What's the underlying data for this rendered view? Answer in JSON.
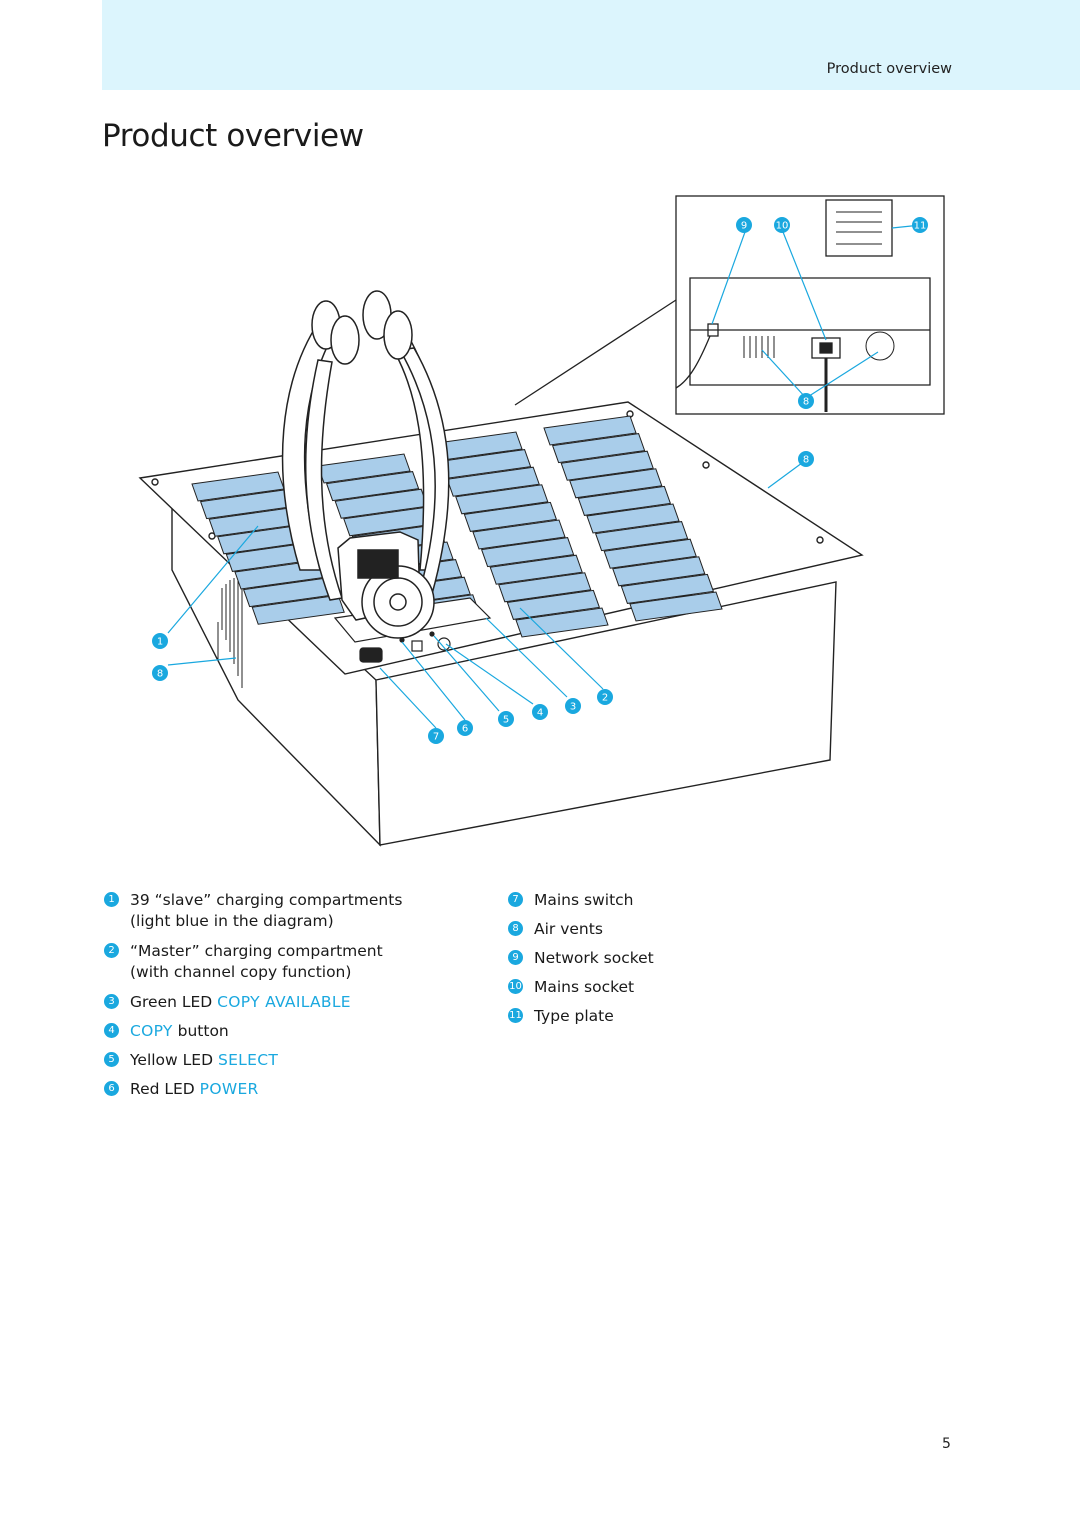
{
  "header": {
    "section_title": "Product overview"
  },
  "page": {
    "title": "Product overview",
    "number": "5"
  },
  "diagram": {
    "callouts": [
      "1",
      "8",
      "7",
      "6",
      "5",
      "4",
      "3",
      "2",
      "9",
      "10",
      "11",
      "8",
      "8"
    ]
  },
  "legend_left": [
    {
      "num": "1",
      "line1": "39 “slave” charging compartments",
      "line2": "(light blue in the diagram)"
    },
    {
      "num": "2",
      "line1": "“Master” charging compartment",
      "line2": "(with channel copy function)"
    },
    {
      "num": "3",
      "prefix": "Green LED ",
      "highlight": "COPY AVAILABLE",
      "suffix": ""
    },
    {
      "num": "4",
      "prefix": "",
      "highlight": "COPY",
      "suffix": " button"
    },
    {
      "num": "5",
      "prefix": "Yellow LED ",
      "highlight": "SELECT",
      "suffix": ""
    },
    {
      "num": "6",
      "prefix": "Red LED ",
      "highlight": "POWER",
      "suffix": ""
    }
  ],
  "legend_right": [
    {
      "num": "7",
      "text": "Mains switch"
    },
    {
      "num": "8",
      "text": "Air vents"
    },
    {
      "num": "9",
      "text": "Network socket"
    },
    {
      "num": "10",
      "text": "Mains socket"
    },
    {
      "num": "11",
      "text": "Type plate"
    }
  ],
  "colors": {
    "accent": "#1aa8df",
    "header_band": "#dcf5fd",
    "compartment": "#a9cdea"
  }
}
